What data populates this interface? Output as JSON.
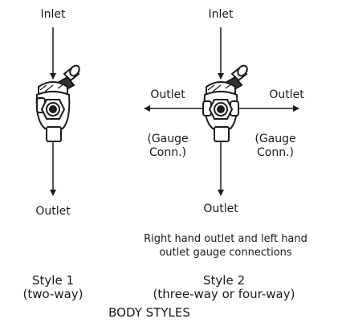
{
  "style1": {
    "inlet_label": "Inlet",
    "outlet_label": "Outlet",
    "name": "Style 1",
    "desc": "(two-way)"
  },
  "style2": {
    "inlet_label": "Inlet",
    "outlet_left_label": "Outlet",
    "outlet_right_label": "Outlet",
    "outlet_bottom_label": "Outlet",
    "gauge_left_line1": "(Gauge",
    "gauge_left_line2": "Conn.)",
    "gauge_right_line1": "(Gauge",
    "gauge_right_line2": "Conn.)",
    "caption_line1": "Right hand outlet and left hand",
    "caption_line2": "outlet gauge connections",
    "name": "Style 2",
    "desc": "(three-way or four-way)"
  },
  "figure_title": "BODY STYLES"
}
